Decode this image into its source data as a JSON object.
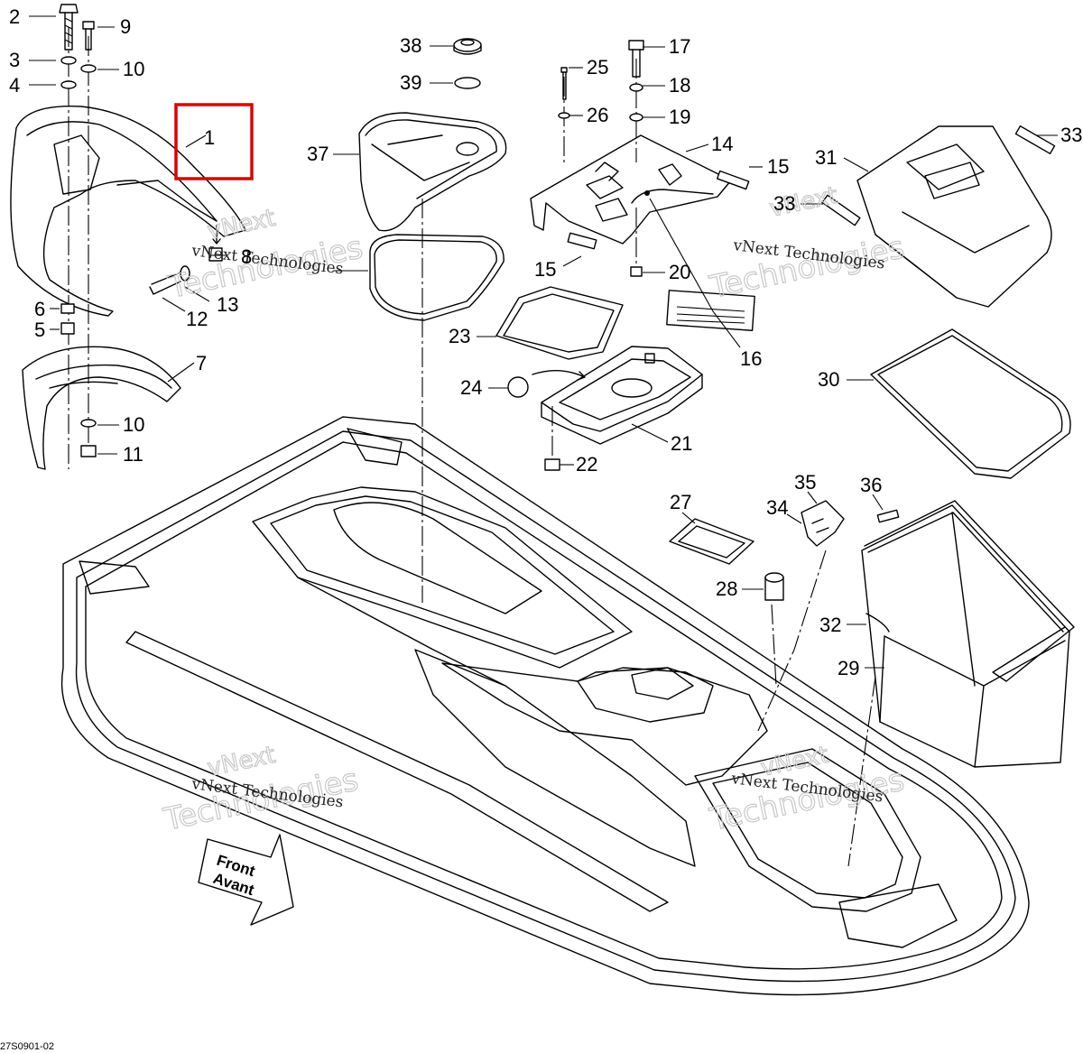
{
  "callouts": [
    "1",
    "2",
    "3",
    "4",
    "5",
    "6",
    "7",
    "8",
    "9",
    "10",
    "10",
    "11",
    "12",
    "13",
    "14",
    "15",
    "15",
    "16",
    "17",
    "18",
    "19",
    "20",
    "21",
    "22",
    "23",
    "24",
    "25",
    "26",
    "27",
    "28",
    "29",
    "30",
    "31",
    "32",
    "33",
    "33",
    "34",
    "35",
    "36",
    "37",
    "38",
    "39"
  ],
  "watermark": {
    "line1": "vNext Technologies",
    "line2": "Technologies",
    "line2_prefix": "vNext"
  },
  "front_arrow": {
    "line1": "Front",
    "line2": "Avant"
  },
  "diagram_code": "27S0901-02",
  "highlight": {
    "target_callout": "1",
    "color": "#dd0000"
  }
}
